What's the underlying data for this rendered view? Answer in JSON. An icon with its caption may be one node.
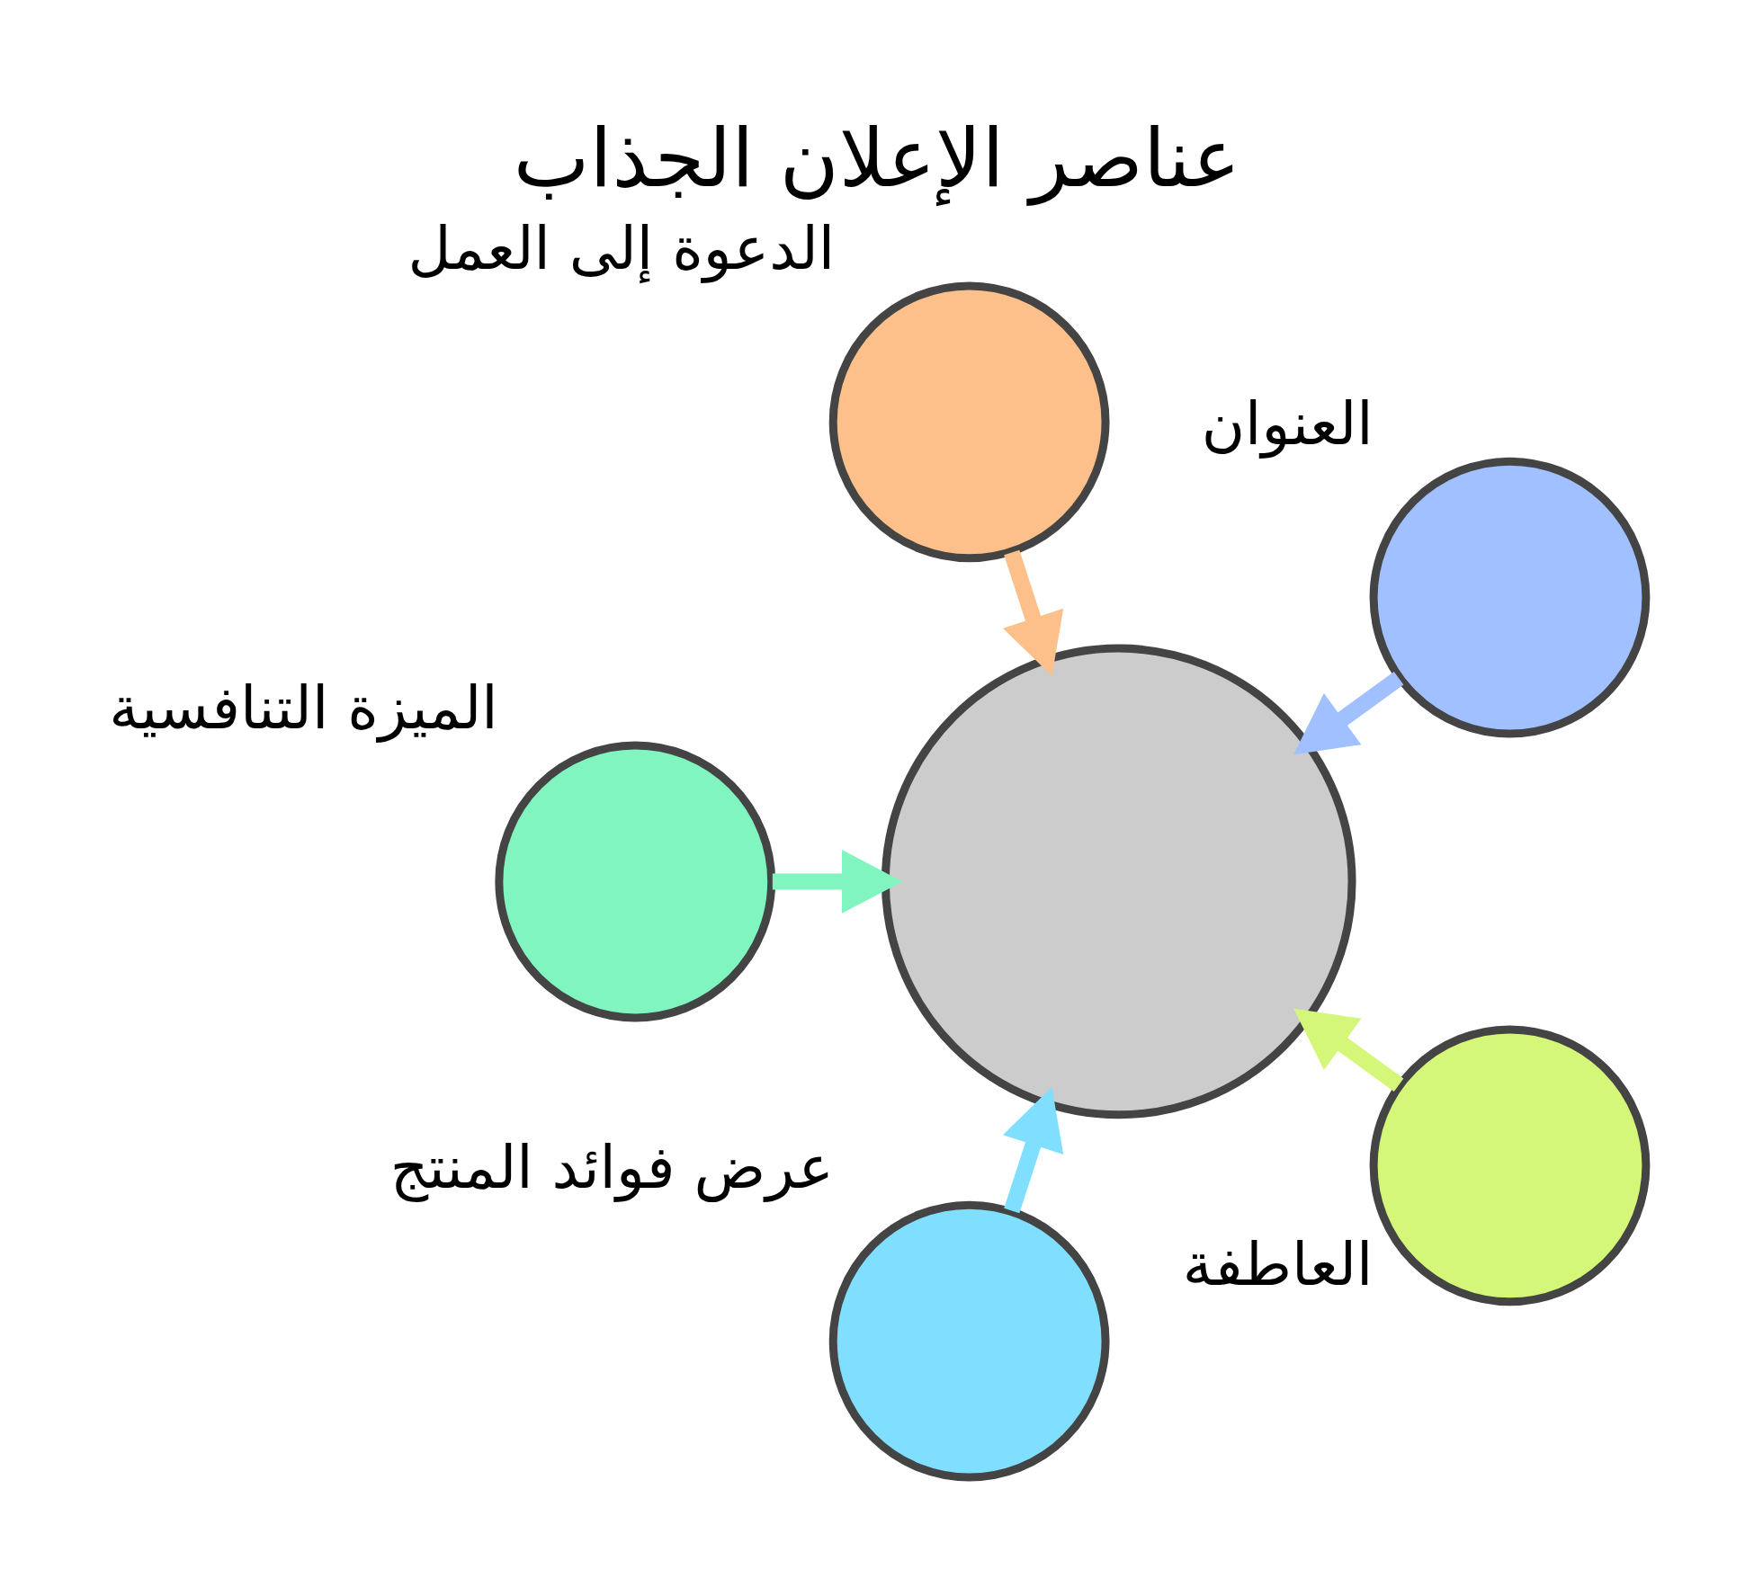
{
  "diagram": {
    "title": "عناصر الإعلان الجذاب",
    "nodes": [
      {
        "text": [],
        "shape": "circle",
        "beside": [
          "العنوان"
        ]
      },
      {
        "text": [],
        "shape": "circle",
        "beside": [
          "الدعوة إلى العمل"
        ]
      },
      {
        "text": [],
        "shape": "circle"
      },
      {
        "text": [],
        "shape": "circle",
        "beside": [
          "الميزة التنافسية"
        ]
      },
      {
        "text": [],
        "shape": "circle",
        "beside": [
          "عرض فوائد المنتج"
        ]
      },
      {
        "text": [],
        "shape": "circle",
        "beside": [
          "العاطفة"
        ]
      }
    ],
    "edges": [
      {
        "from": 0,
        "to": 2,
        "arrow": "to",
        "color": "#a0c0ff"
      },
      {
        "from": 1,
        "to": 2,
        "arrow": "to",
        "color": "#fdc08a"
      },
      {
        "from": 3,
        "to": 2,
        "arrow": "to",
        "color": "#80f5c0"
      },
      {
        "from": 4,
        "to": 2,
        "arrow": "to",
        "color": "#80dfff"
      },
      {
        "from": 5,
        "to": 2,
        "arrow": "to",
        "color": "#d4f77a"
      }
    ]
  }
}
